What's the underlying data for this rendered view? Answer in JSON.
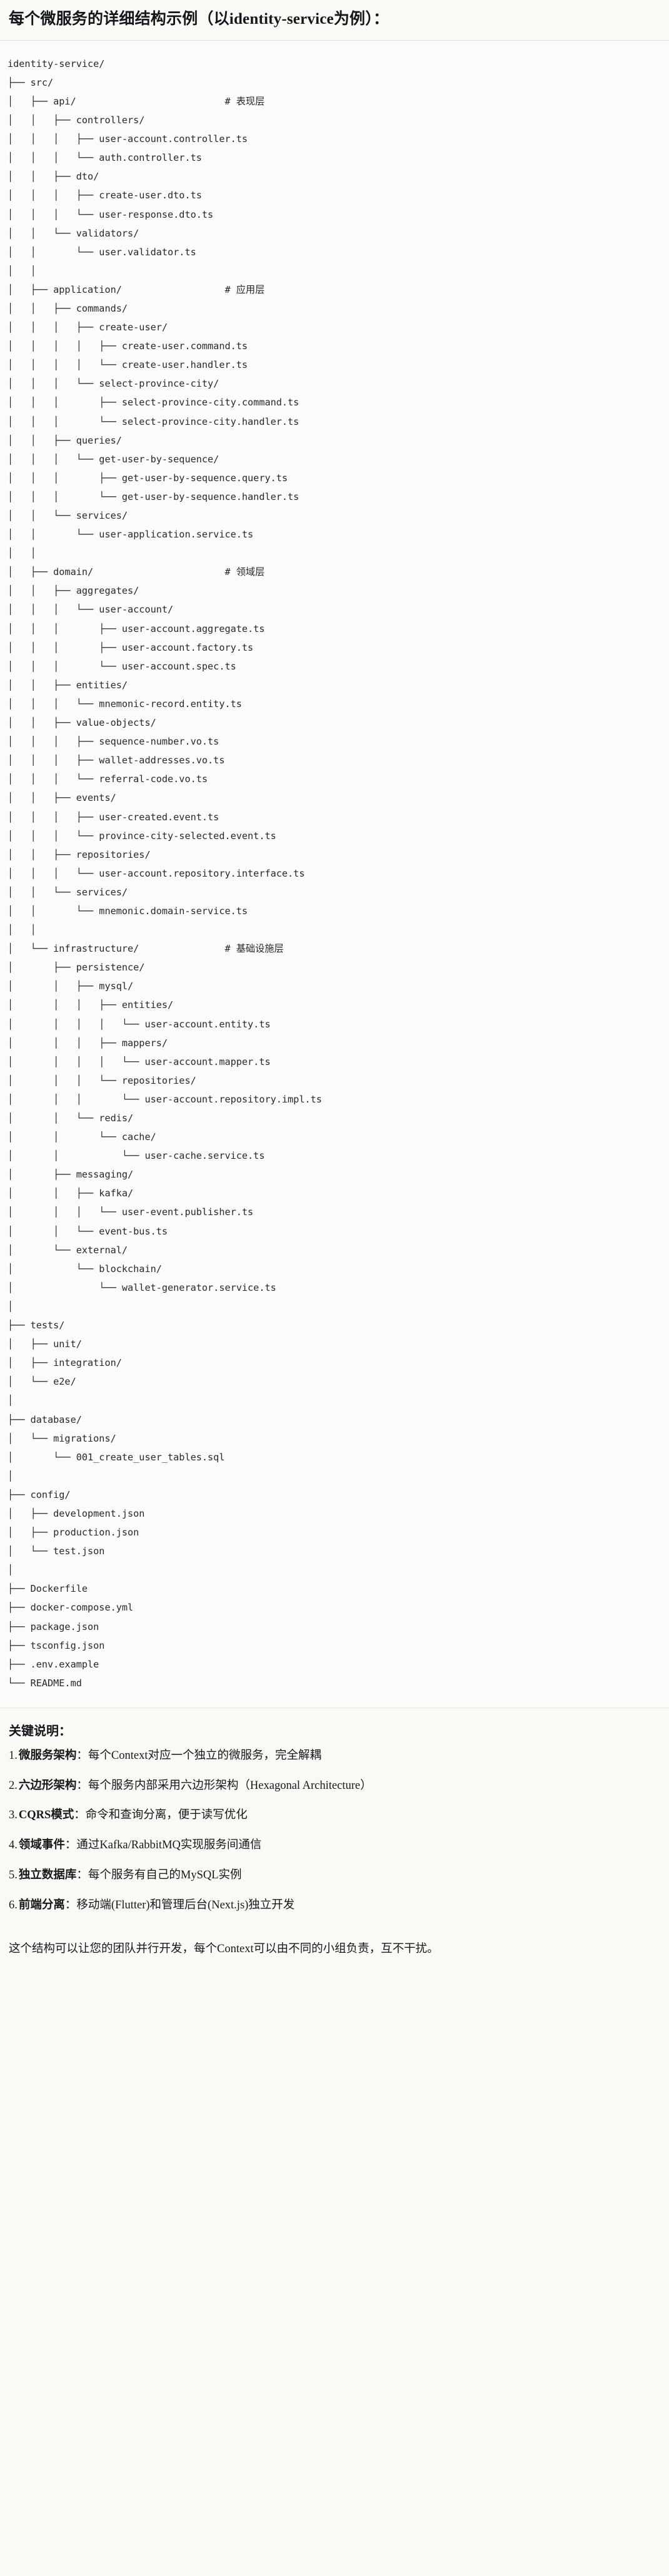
{
  "heading": {
    "text": "每个微服务的详细结构示例（以identity-service为例）："
  },
  "code_block": {
    "language": "text",
    "tree": "identity-service/\n├── src/\n│   ├── api/                          # 表现层\n│   │   ├── controllers/\n│   │   │   ├── user-account.controller.ts\n│   │   │   └── auth.controller.ts\n│   │   ├── dto/\n│   │   │   ├── create-user.dto.ts\n│   │   │   └── user-response.dto.ts\n│   │   └── validators/\n│   │       └── user.validator.ts\n│   │\n│   ├── application/                  # 应用层\n│   │   ├── commands/\n│   │   │   ├── create-user/\n│   │   │   │   ├── create-user.command.ts\n│   │   │   │   └── create-user.handler.ts\n│   │   │   └── select-province-city/\n│   │   │       ├── select-province-city.command.ts\n│   │   │       └── select-province-city.handler.ts\n│   │   ├── queries/\n│   │   │   └── get-user-by-sequence/\n│   │   │       ├── get-user-by-sequence.query.ts\n│   │   │       └── get-user-by-sequence.handler.ts\n│   │   └── services/\n│   │       └── user-application.service.ts\n│   │\n│   ├── domain/                       # 领域层\n│   │   ├── aggregates/\n│   │   │   └── user-account/\n│   │   │       ├── user-account.aggregate.ts\n│   │   │       ├── user-account.factory.ts\n│   │   │       └── user-account.spec.ts\n│   │   ├── entities/\n│   │   │   └── mnemonic-record.entity.ts\n│   │   ├── value-objects/\n│   │   │   ├── sequence-number.vo.ts\n│   │   │   ├── wallet-addresses.vo.ts\n│   │   │   └── referral-code.vo.ts\n│   │   ├── events/\n│   │   │   ├── user-created.event.ts\n│   │   │   └── province-city-selected.event.ts\n│   │   ├── repositories/\n│   │   │   └── user-account.repository.interface.ts\n│   │   └── services/\n│   │       └── mnemonic.domain-service.ts\n│   │\n│   └── infrastructure/               # 基础设施层\n│       ├── persistence/\n│       │   ├── mysql/\n│       │   │   ├── entities/\n│       │   │   │   └── user-account.entity.ts\n│       │   │   ├── mappers/\n│       │   │   │   └── user-account.mapper.ts\n│       │   │   └── repositories/\n│       │   │       └── user-account.repository.impl.ts\n│       │   └── redis/\n│       │       └── cache/\n│       │           └── user-cache.service.ts\n│       ├── messaging/\n│       │   ├── kafka/\n│       │   │   └── user-event.publisher.ts\n│       │   └── event-bus.ts\n│       └── external/\n│           └── blockchain/\n│               └── wallet-generator.service.ts\n│\n├── tests/\n│   ├── unit/\n│   ├── integration/\n│   └── e2e/\n│\n├── database/\n│   └── migrations/\n│       └── 001_create_user_tables.sql\n│\n├── config/\n│   ├── development.json\n│   ├── production.json\n│   └── test.json\n│\n├── Dockerfile\n├── docker-compose.yml\n├── package.json\n├── tsconfig.json\n├── .env.example\n└── README.md",
    "layer_comments": [
      {
        "path": "api/",
        "comment": "# 表现层"
      },
      {
        "path": "application/",
        "comment": "# 应用层"
      },
      {
        "path": "domain/",
        "comment": "# 领域层"
      },
      {
        "path": "infrastructure/",
        "comment": "# 基础设施层"
      }
    ],
    "root": "identity-service/"
  },
  "keypoints": {
    "title": "关键说明：",
    "items": [
      {
        "num": "1.",
        "term": "微服务架构",
        "sep": "：",
        "desc": "每个Context对应一个独立的微服务，完全解耦"
      },
      {
        "num": "2.",
        "term": "六边形架构",
        "sep": "：",
        "desc": "每个服务内部采用六边形架构（Hexagonal Architecture）"
      },
      {
        "num": "3.",
        "term": "CQRS模式",
        "sep": "：",
        "desc": "命令和查询分离，便于读写优化"
      },
      {
        "num": "4.",
        "term": "领域事件",
        "sep": "：",
        "desc": "通过Kafka/RabbitMQ实现服务间通信"
      },
      {
        "num": "5.",
        "term": "独立数据库",
        "sep": "：",
        "desc": "每个服务有自己的MySQL实例"
      },
      {
        "num": "6.",
        "term": "前端分离",
        "sep": "：",
        "desc": "移动端(Flutter)和管理后台(Next.js)独立开发"
      }
    ],
    "closing": "这个结构可以让您的团队并行开发，每个Context可以由不同的小组负责，互不干扰。"
  }
}
